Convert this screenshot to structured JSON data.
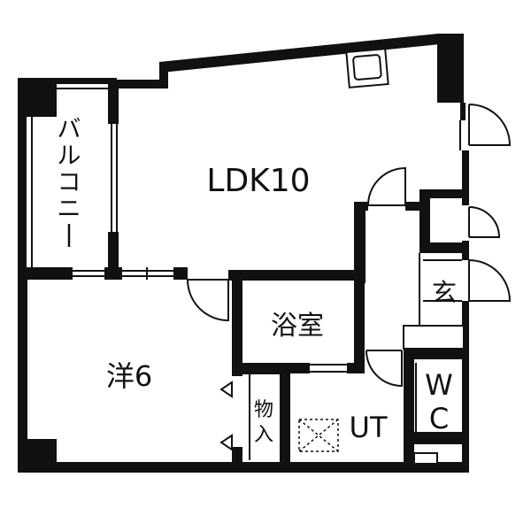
{
  "rooms": {
    "ldk": "LDK10",
    "balcony": "バルコニー",
    "western_room": "洋6",
    "bath": "浴室",
    "storage_line1": "物",
    "storage_line2": "入",
    "utility": "UT",
    "entrance": "玄",
    "toilet_line1": "W",
    "toilet_line2": "C"
  },
  "colors": {
    "wall": "#111111",
    "background": "#ffffff"
  }
}
